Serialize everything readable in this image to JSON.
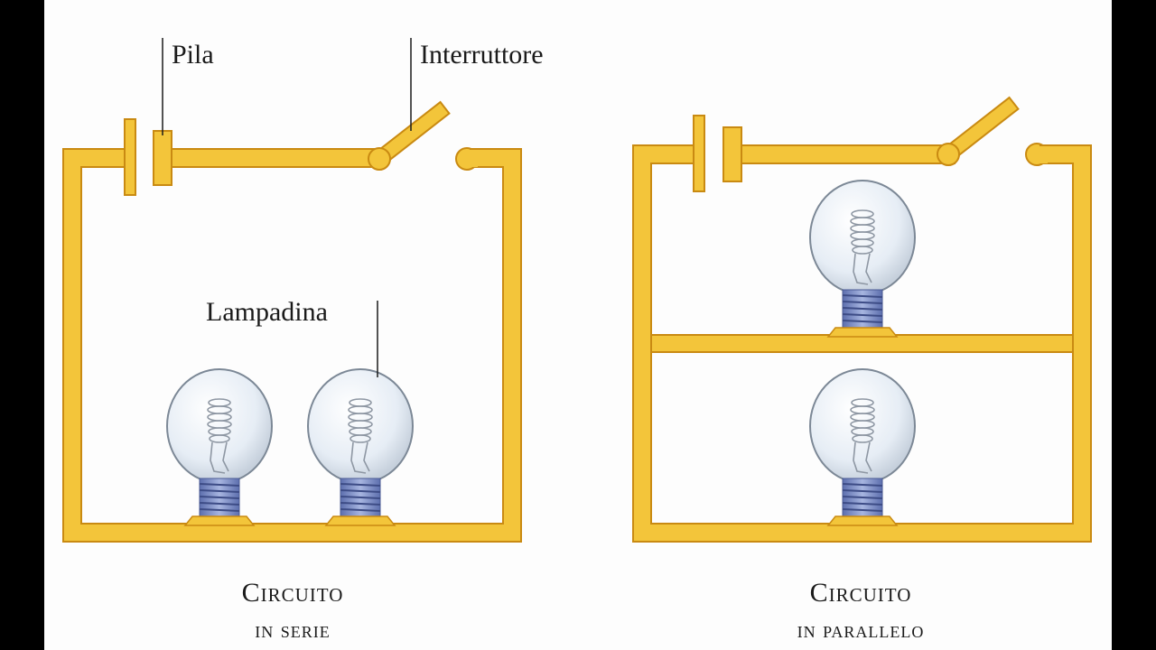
{
  "labels": {
    "battery": "Pila",
    "switch": "Interruttore",
    "bulb": "Lampadina"
  },
  "captions": {
    "series_line1": "Circuito",
    "series_line2": "in serie",
    "parallel_line1": "Circuito",
    "parallel_line2": "in parallelo"
  },
  "colors": {
    "wire_fill": "#f3c53a",
    "wire_stroke": "#c98a12",
    "glass": "#e8eef5",
    "glass_stroke": "#8a96a4",
    "base": "#7f8fc4",
    "background": "#fdfdfd"
  }
}
